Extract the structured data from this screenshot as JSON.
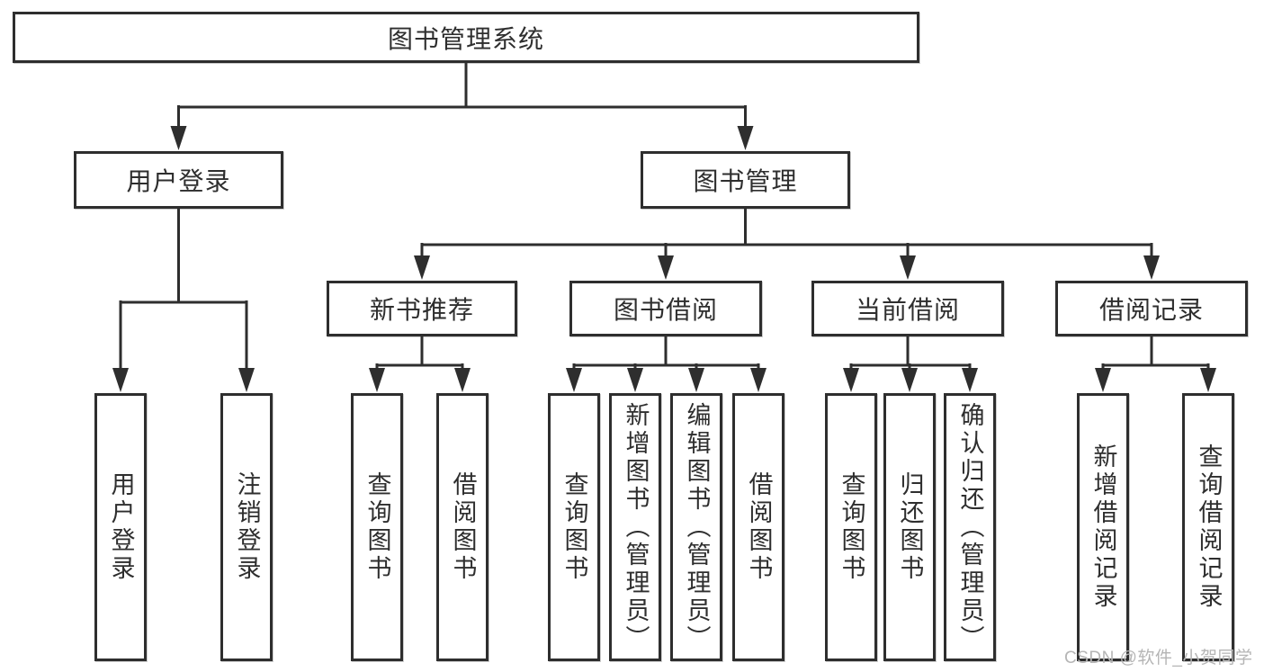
{
  "nodes": {
    "root": "图书管理系统",
    "user_login": "用户登录",
    "book_management": "图书管理",
    "new_book_recommendation": "新书推荐",
    "book_borrowing": "图书借阅",
    "current_borrowing": "当前借阅",
    "borrowing_records": "借阅记录",
    "user_login_leaf": "用户登录",
    "logout_leaf": "注销登录",
    "query_books_recommend": "查询图书",
    "borrow_books_recommend": "借阅图书",
    "query_books_borrow": "查询图书",
    "add_books_admin": "新增图书（管理员）",
    "edit_books_admin": "编辑图书（管理员）",
    "borrow_books_borrow": "借阅图书",
    "query_books_current": "查询图书",
    "return_books": "归还图书",
    "confirm_return_admin": "确认归还（管理员）",
    "add_borrow_record": "新增借阅记录",
    "query_borrow_record": "查询借阅记录"
  },
  "watermark": "CSDN @软件_小贺同学",
  "colors": {
    "line": "#2e2e2e",
    "text": "#2e2e2e",
    "background": "#ffffff",
    "watermark": "#b5b5b5"
  }
}
